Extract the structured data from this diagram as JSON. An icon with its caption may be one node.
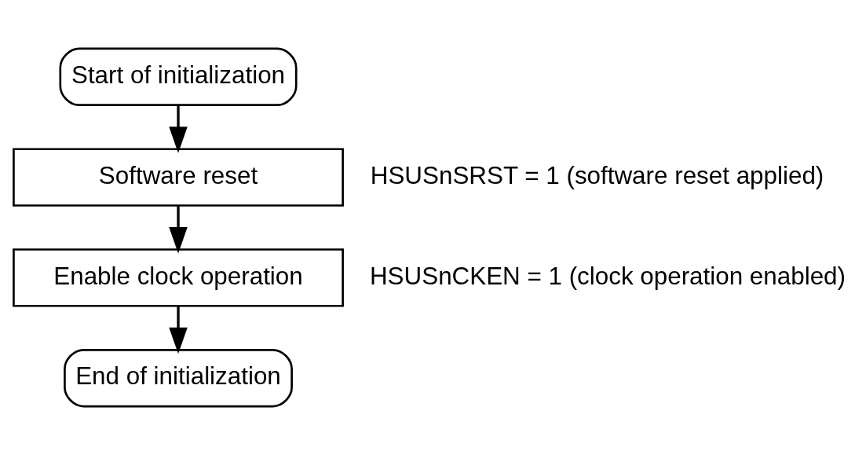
{
  "diagram": {
    "nodes": [
      {
        "text": [
          "Start of initialization"
        ]
      },
      {
        "text": [
          "Software reset"
        ],
        "beside": [
          "HSUSnSRST = 1 (software reset applied)"
        ]
      },
      {
        "text": [
          "Enable clock operation"
        ],
        "beside": [
          "HSUSnCKEN = 1 (clock operation enabled)"
        ]
      },
      {
        "text": [
          "End of initialization"
        ]
      }
    ],
    "edges": [
      {
        "from": 0,
        "to": 1,
        "arrow": "to"
      },
      {
        "from": 1,
        "to": 2,
        "arrow": "to"
      },
      {
        "from": 2,
        "to": 3,
        "arrow": "to"
      }
    ]
  }
}
